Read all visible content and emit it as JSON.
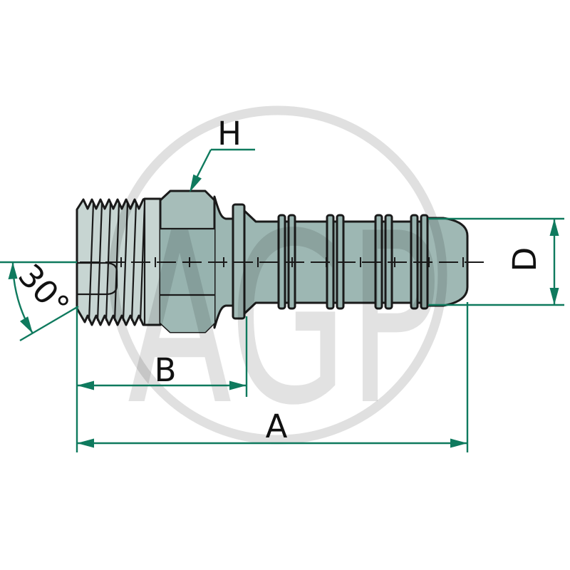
{
  "drawing": {
    "watermark_text": "AGP",
    "labels": {
      "hex": "H",
      "angle": "30°",
      "diameter": "D",
      "length_b": "B",
      "length_a": "A"
    },
    "colors": {
      "dimension_green": "#0f7a5e",
      "outline_black": "#1a1a1a",
      "body_teal": "#9db7b3",
      "thread_light": "#c7d5d2",
      "watermark_gray": "#dedede",
      "background": "#ffffff"
    }
  }
}
